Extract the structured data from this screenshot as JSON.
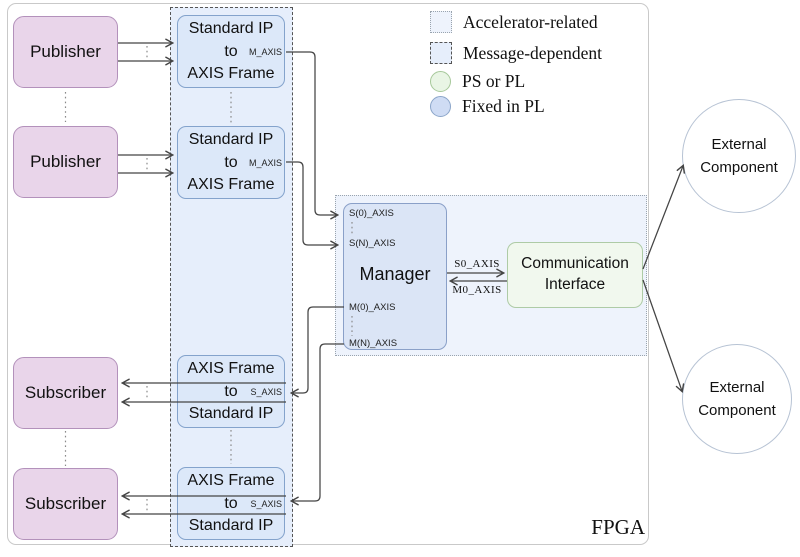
{
  "fpga_label": "FPGA",
  "legend": {
    "items": [
      {
        "marker": "dotted-square",
        "label": "Accelerator-related"
      },
      {
        "marker": "dashed-square",
        "label": "Message-dependent"
      },
      {
        "marker": "green-circle",
        "label": "PS or PL"
      },
      {
        "marker": "blue-circle",
        "label": "Fixed in PL"
      }
    ]
  },
  "publishers": [
    {
      "label": "Publisher"
    },
    {
      "label": "Publisher"
    }
  ],
  "subscribers": [
    {
      "label": "Subscriber"
    },
    {
      "label": "Subscriber"
    }
  ],
  "pub_converters": [
    {
      "line1": "Standard IP",
      "line2": "to",
      "port": "M_AXIS",
      "line3": "AXIS Frame"
    },
    {
      "line1": "Standard IP",
      "line2": "to",
      "port": "M_AXIS",
      "line3": "AXIS Frame"
    }
  ],
  "sub_converters": [
    {
      "line1": "AXIS Frame",
      "line2": "to",
      "port": "S_AXIS",
      "line3": "Standard IP"
    },
    {
      "line1": "AXIS Frame",
      "line2": "to",
      "port": "S_AXIS",
      "line3": "Standard IP"
    }
  ],
  "manager": {
    "label": "Manager",
    "ports": {
      "s0": "S(0)_AXIS",
      "sn": "S(N)_AXIS",
      "m0": "M(0)_AXIS",
      "mn": "M(N)_AXIS"
    }
  },
  "comm_interface": {
    "line1": "Communication",
    "line2": "Interface"
  },
  "bus_labels": {
    "to_comm": "S0_AXIS",
    "from_comm": "M0_AXIS"
  },
  "external_components": [
    {
      "line1": "External",
      "line2": "Component"
    },
    {
      "line1": "External",
      "line2": "Component"
    }
  ],
  "colors": {
    "publisher-fill": "#e9d5ea",
    "publisher-border": "#b391bb",
    "blue-fill": "#dce8f9",
    "blue-border": "#84a3cc",
    "manager-fill": "#dbe5f6",
    "manager-border": "#8aa0c8",
    "green-fill": "#f1f8ee",
    "green-border": "#aecba6",
    "dashed-region-fill": "#e6eefb",
    "dashed-region-border": "#555555",
    "dotted-region-fill": "#eef3fc",
    "dotted-region-border": "#9aa4ae",
    "legend-green-fill": "#e9f5e5",
    "legend-green-border": "#a6c89a",
    "legend-blue-fill": "#cfdcf4",
    "legend-blue-border": "#8ba5c9",
    "circle-border": "#b7c3d4",
    "fpga-border": "#c9c9c9",
    "line-color": "#444444"
  }
}
